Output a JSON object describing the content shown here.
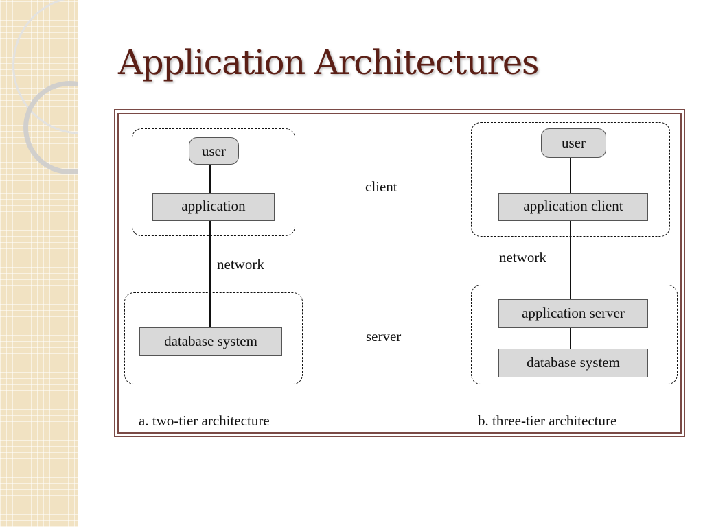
{
  "title": "Application Architectures",
  "diagram": {
    "left": {
      "user": "user",
      "application": "application",
      "network": "network",
      "database": "database system",
      "caption": "a.  two-tier architecture"
    },
    "middle": {
      "client": "client",
      "server": "server"
    },
    "right": {
      "user": "user",
      "application_client": "application client",
      "network": "network",
      "application_server": "application server",
      "database": "database system",
      "caption": "b.  three-tier architecture"
    }
  }
}
